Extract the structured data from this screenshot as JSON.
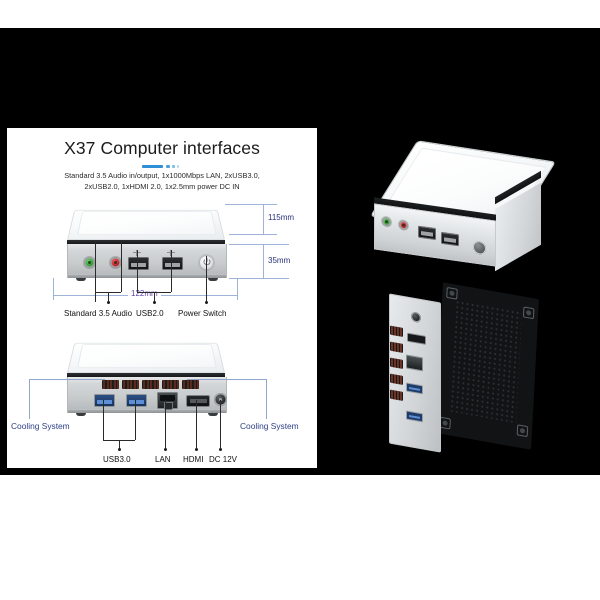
{
  "card": {
    "title": "X37 Computer interfaces",
    "subtitle_line1": "Standard 3.5 Audio in/output, 1x1000Mbps LAN, 2xUSB3.0,",
    "subtitle_line2": "2xUSB2.0, 1xHDMI 2.0, 1x2.5mm power DC IN",
    "accent_color": "#2f8fd6"
  },
  "front_view": {
    "dimensions": {
      "depth": "115mm",
      "height": "35mm",
      "width": "122mm",
      "depth_color": "#25317a",
      "height_color": "#25317a",
      "width_color": "#5b3fa8"
    },
    "callouts": [
      {
        "label": "Standard 3.5 Audio"
      },
      {
        "label": "USB2.0"
      },
      {
        "label": "Power Switch"
      }
    ],
    "ports": [
      {
        "name": "audio-out-jack",
        "color": "#2b9b2e"
      },
      {
        "name": "microphone-jack",
        "color": "#c0171d"
      },
      {
        "name": "usb2-port-1",
        "color": "#1a1c1d"
      },
      {
        "name": "usb2-port-2",
        "color": "#1a1c1d"
      },
      {
        "name": "power-button",
        "color": "#d6d9db"
      }
    ]
  },
  "rear_view": {
    "callouts": [
      {
        "label": "Cooling System"
      },
      {
        "label": "Cooling System"
      },
      {
        "label": "USB3.0"
      },
      {
        "label": "LAN"
      },
      {
        "label": "HDMI"
      },
      {
        "label": "DC 12V"
      }
    ],
    "callout_blue": "#2c3f86",
    "ports": [
      {
        "name": "usb3-port-1",
        "color": "#1f3f70"
      },
      {
        "name": "usb3-port-2",
        "color": "#1f3f70"
      },
      {
        "name": "lan-port",
        "color": "#23272a"
      },
      {
        "name": "hdmi-port",
        "color": "#16181a"
      },
      {
        "name": "dc-12v-jack",
        "color": "#1b1d1f"
      }
    ],
    "vent_count": 5
  },
  "photos": [
    {
      "name": "angled-front-product-photo"
    },
    {
      "name": "vertical-rear-product-photo"
    }
  ],
  "background": {
    "band_color": "#000000",
    "page_color": "#ffffff"
  }
}
